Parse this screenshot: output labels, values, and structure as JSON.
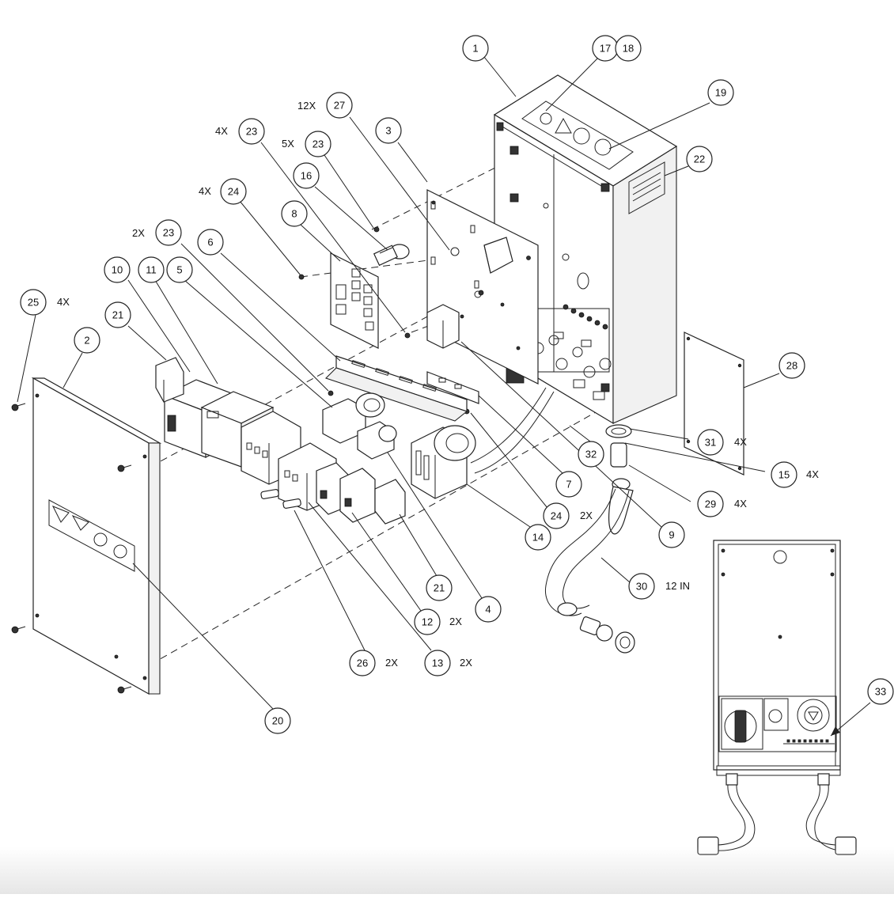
{
  "balloons": [
    {
      "id": "b1",
      "label": "1"
    },
    {
      "id": "b17",
      "label": "17"
    },
    {
      "id": "b18",
      "label": "18"
    },
    {
      "id": "b19",
      "label": "19"
    },
    {
      "id": "b27",
      "label": "27"
    },
    {
      "id": "b3",
      "label": "3"
    },
    {
      "id": "b23a",
      "label": "23"
    },
    {
      "id": "b23b",
      "label": "23"
    },
    {
      "id": "b16",
      "label": "16"
    },
    {
      "id": "b22",
      "label": "22"
    },
    {
      "id": "b24a",
      "label": "24"
    },
    {
      "id": "b8",
      "label": "8"
    },
    {
      "id": "b23c",
      "label": "23"
    },
    {
      "id": "b6",
      "label": "6"
    },
    {
      "id": "b10",
      "label": "10"
    },
    {
      "id": "b11",
      "label": "11"
    },
    {
      "id": "b5",
      "label": "5"
    },
    {
      "id": "b25",
      "label": "25"
    },
    {
      "id": "b21a",
      "label": "21"
    },
    {
      "id": "b2",
      "label": "2"
    },
    {
      "id": "b28",
      "label": "28"
    },
    {
      "id": "b31",
      "label": "31"
    },
    {
      "id": "b32",
      "label": "32"
    },
    {
      "id": "b15",
      "label": "15"
    },
    {
      "id": "b7",
      "label": "7"
    },
    {
      "id": "b29",
      "label": "29"
    },
    {
      "id": "b24b",
      "label": "24"
    },
    {
      "id": "b14",
      "label": "14"
    },
    {
      "id": "b9",
      "label": "9"
    },
    {
      "id": "b30",
      "label": "30"
    },
    {
      "id": "b21b",
      "label": "21"
    },
    {
      "id": "b4",
      "label": "4"
    },
    {
      "id": "b12",
      "label": "12"
    },
    {
      "id": "b26",
      "label": "26"
    },
    {
      "id": "b13",
      "label": "13"
    },
    {
      "id": "b20",
      "label": "20"
    },
    {
      "id": "b33",
      "label": "33"
    }
  ],
  "quantities": [
    {
      "id": "q27",
      "text": "12X"
    },
    {
      "id": "q23a",
      "text": "4X"
    },
    {
      "id": "q23b",
      "text": "5X"
    },
    {
      "id": "q24a",
      "text": "4X"
    },
    {
      "id": "q23c",
      "text": "2X"
    },
    {
      "id": "q25",
      "text": "4X"
    },
    {
      "id": "q31",
      "text": "4X"
    },
    {
      "id": "q15",
      "text": "4X"
    },
    {
      "id": "q29",
      "text": "4X"
    },
    {
      "id": "q24b",
      "text": "2X"
    },
    {
      "id": "q30",
      "text": "12 IN"
    },
    {
      "id": "q12",
      "text": "2X"
    },
    {
      "id": "q26",
      "text": "2X"
    },
    {
      "id": "q13",
      "text": "2X"
    }
  ]
}
